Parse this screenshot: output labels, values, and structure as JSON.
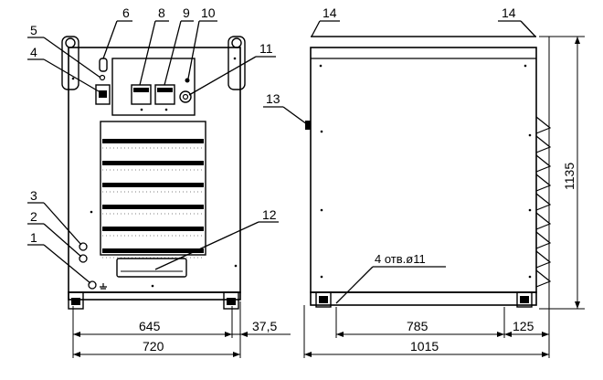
{
  "callouts": {
    "c1": "1",
    "c2": "2",
    "c3": "3",
    "c4": "4",
    "c5": "5",
    "c6": "6",
    "c8": "8",
    "c9": "9",
    "c10": "10",
    "c11": "11",
    "c12": "12",
    "c13": "13",
    "c14a": "14",
    "c14b": "14"
  },
  "dimensions": {
    "d645": "645",
    "d720": "720",
    "d37_5": "37,5",
    "d785": "785",
    "d125": "125",
    "d1015": "1015",
    "d1135": "1135"
  },
  "notes": {
    "holes": "4 отв.ø11"
  }
}
